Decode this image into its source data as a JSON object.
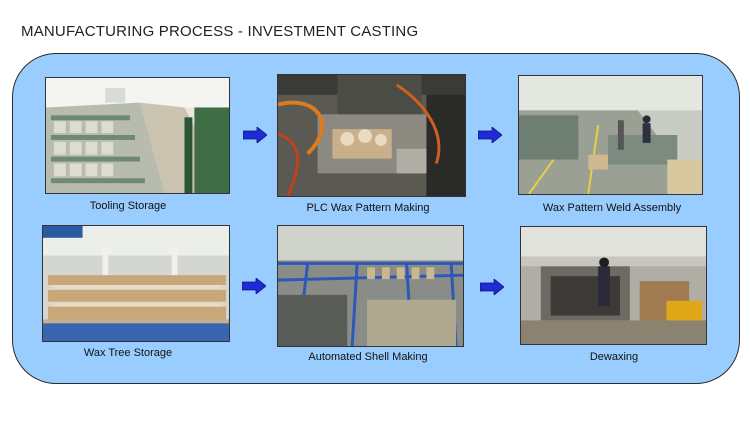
{
  "title": "MANUFACTURING PROCESS - INVESTMENT CASTING",
  "colors": {
    "panel": "#99ccff",
    "arrow": "#1f2bd6"
  },
  "steps": [
    {
      "caption": "Tooling Storage"
    },
    {
      "caption": "PLC Wax Pattern Making"
    },
    {
      "caption": "Wax Pattern Weld Assembly"
    },
    {
      "caption": "Wax Tree Storage"
    },
    {
      "caption": "Automated Shell Making"
    },
    {
      "caption": "Dewaxing"
    }
  ],
  "arrow_icon": "right-arrow-icon"
}
